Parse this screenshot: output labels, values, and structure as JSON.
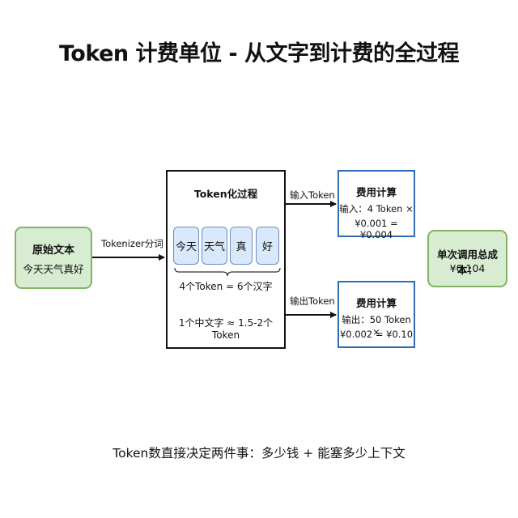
{
  "title": "Token 计费单位 - 从文字到计费的全过程",
  "source": {
    "heading": "原始文本",
    "text": "今天天气真好"
  },
  "tokenize_edge_label": "Tokenizer分词",
  "process": {
    "heading": "Token化过程",
    "tokens": [
      "今天",
      "天气",
      "真",
      "好"
    ],
    "token_summary": "4个Token = 6个汉字",
    "ratio_note": "1个中文字 ≈ 1.5-2个Token"
  },
  "input_edge_label": "输入Token",
  "output_edge_label": "输出Token",
  "input_cost": {
    "heading": "费用计算",
    "line1": "输入：4 Token ×",
    "line2": "¥0.001 = ¥0.004"
  },
  "output_cost": {
    "heading": "费用计算",
    "line1": "输出：50 Token ×",
    "line2": "¥0.002 = ¥0.10"
  },
  "total": {
    "heading": "单次调用总成本：",
    "value": "¥0.104"
  },
  "footer": "Token数直接决定两件事：多少钱 + 能塞多少上下文",
  "colors": {
    "green_fill": "#d8ecd1",
    "green_border": "#82b366",
    "token_fill": "#dae8fc",
    "token_border": "#6c8ebf",
    "cost_border": "#2e6db4"
  }
}
